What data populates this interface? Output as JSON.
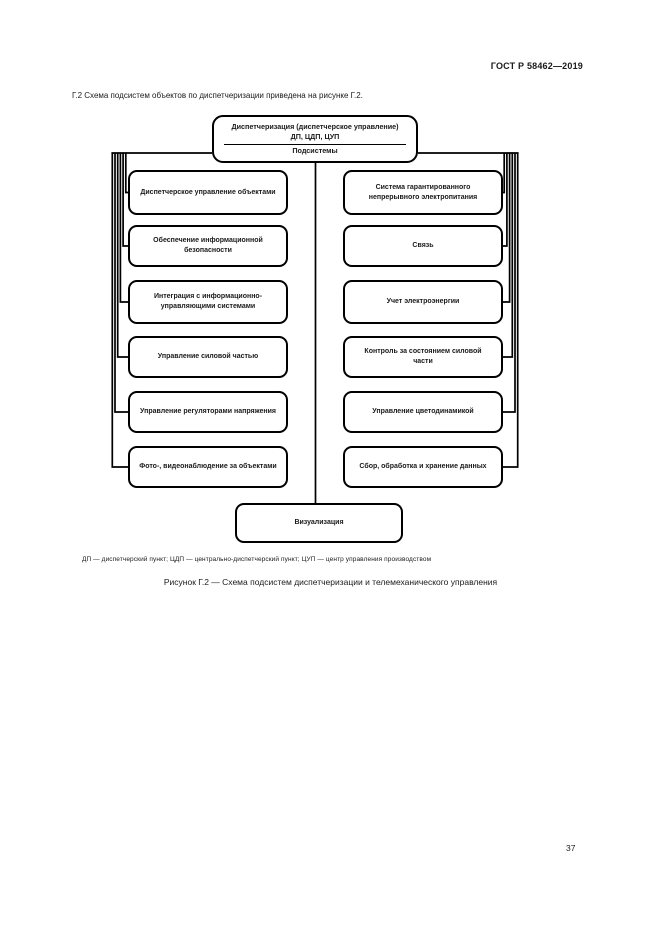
{
  "page": {
    "header": "ГОСТ Р 58462—2019",
    "intro": "Г.2  Схема подсистем объектов по диспетчеризации приведена на рисунке Г.2.",
    "page_number": "37"
  },
  "diagram": {
    "root": {
      "title_line1": "Диспетчеризация (диспетчерское управление)",
      "title_line2": "ДП, ЦДП, ЦУП",
      "subtitle": "Подсистемы"
    },
    "left": [
      {
        "label": "Диспетчерское управление объектами"
      },
      {
        "label": "Обеспечение информационной безопасности"
      },
      {
        "label": "Интеграция с информационно-управляющими системами"
      },
      {
        "label": "Управление силовой частью"
      },
      {
        "label": "Управление регуляторами напряжения"
      },
      {
        "label": "Фото-, видеонаблюдение за объектами"
      }
    ],
    "right": [
      {
        "label": "Система гарантированного непрерывного электропитания"
      },
      {
        "label": "Связь"
      },
      {
        "label": "Учет электроэнергии"
      },
      {
        "label": "Контроль за состоянием силовой части"
      },
      {
        "label": "Управление цветодинамикой"
      },
      {
        "label": "Сбор, обработка и хранение данных"
      }
    ],
    "bottom": {
      "label": "Визуализация"
    }
  },
  "footnote": "ДП — диспетчерский пункт; ЦДП — центрально-диспетчерский пункт; ЦУП — центр управления производством",
  "caption": "Рисунок Г.2 — Схема подсистем диспетчеризации и телемеханического управления",
  "colors": {
    "ink": "#000000",
    "paper": "#ffffff"
  }
}
